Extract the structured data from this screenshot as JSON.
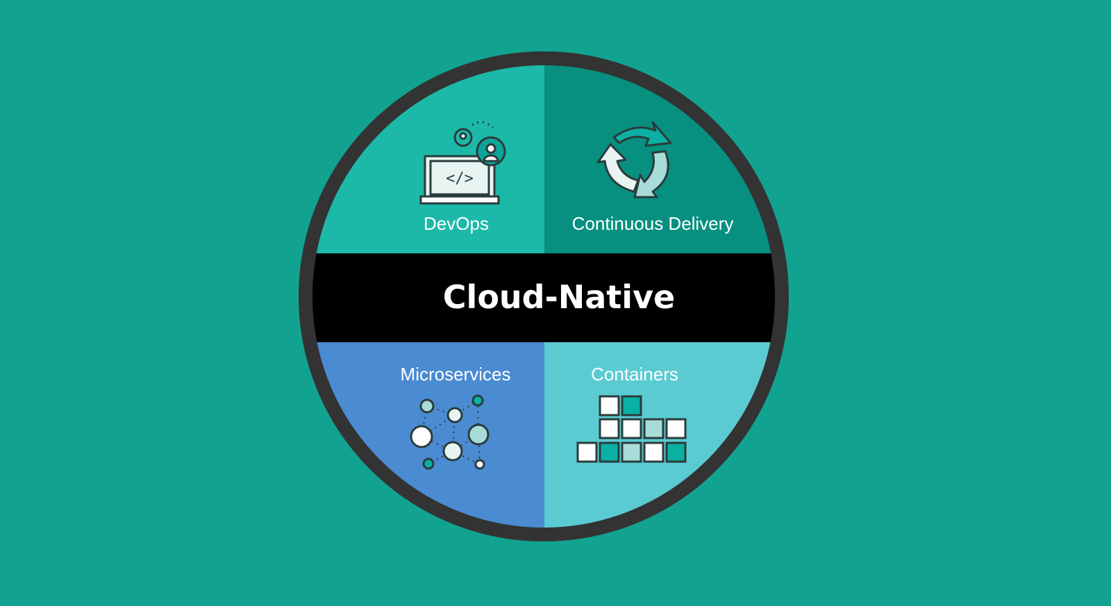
{
  "center": {
    "label": "Cloud-Native"
  },
  "quadrants": [
    {
      "label": "DevOps",
      "icon": "laptop-code-users-icon",
      "color": "#1cb9a9"
    },
    {
      "label": "Continuous Delivery",
      "icon": "cycle-arrows-icon",
      "color": "#079080"
    },
    {
      "label": "Microservices",
      "icon": "network-nodes-icon",
      "color": "#4a8bd2"
    },
    {
      "label": "Containers",
      "icon": "container-blocks-icon",
      "color": "#5bcbd2"
    }
  ],
  "colors": {
    "background": "#12a390",
    "ring": "#333333",
    "band": "#000000"
  }
}
